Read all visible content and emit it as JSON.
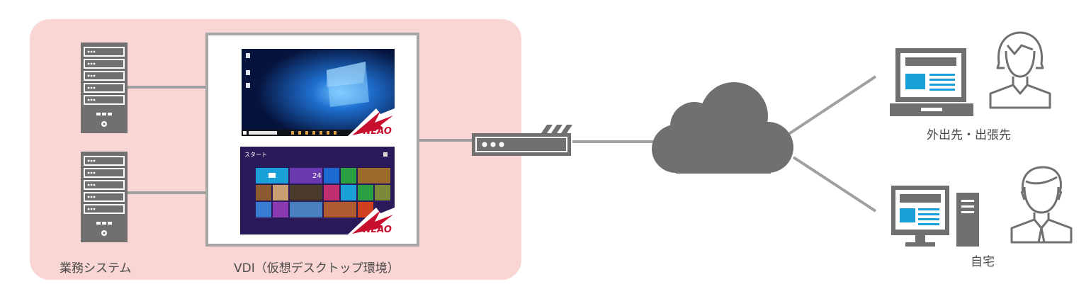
{
  "labels": {
    "business_system": "業務システム",
    "vdi": "VDI（仮想デスクトップ環境）",
    "remote_office": "外出先・出張先",
    "home": "自宅"
  },
  "screens": {
    "win10_brand": "NEAO",
    "win8_brand": "NEAO",
    "win8_start": "スタート",
    "win8_tile_number": "24"
  },
  "colors": {
    "zone_bg": "#f9d6d3",
    "device_gray": "#707070",
    "line_gray": "#a0a0a0",
    "screen_accent": "#1aa0d8",
    "win10_bg": "#0a2a6e",
    "win8_bg": "#2a1a5a",
    "neao_red": "#c8102e"
  },
  "icons": [
    "server-icon",
    "router-icon",
    "cloud-icon",
    "laptop-icon",
    "desktop-pc-icon",
    "woman-avatar-icon",
    "man-avatar-icon"
  ]
}
